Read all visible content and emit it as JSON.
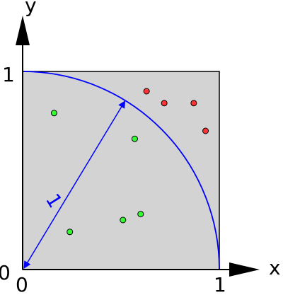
{
  "labels": {
    "x_axis": "x",
    "y_axis": "y",
    "y_tick_1": "1",
    "y_tick_0": "0",
    "x_tick_0": "0",
    "x_tick_1": "1",
    "radius": "1"
  },
  "colors": {
    "square_fill": "#d3d3d3",
    "square_stroke": "#000000",
    "arc": "#0000ff",
    "point_inside": "#33ff33",
    "point_outside": "#ff3333",
    "point_stroke": "#000000"
  },
  "geometry": {
    "radius": 1,
    "radius_direction_point": [
      0.52,
      0.85
    ]
  },
  "points": [
    {
      "x": 0.16,
      "y": 0.79,
      "inside": true
    },
    {
      "x": 0.57,
      "y": 0.66,
      "inside": true
    },
    {
      "x": 0.24,
      "y": 0.19,
      "inside": true
    },
    {
      "x": 0.51,
      "y": 0.25,
      "inside": true
    },
    {
      "x": 0.6,
      "y": 0.28,
      "inside": true
    },
    {
      "x": 0.63,
      "y": 0.9,
      "inside": false
    },
    {
      "x": 0.72,
      "y": 0.84,
      "inside": false
    },
    {
      "x": 0.87,
      "y": 0.84,
      "inside": false
    },
    {
      "x": 0.93,
      "y": 0.7,
      "inside": false
    }
  ]
}
